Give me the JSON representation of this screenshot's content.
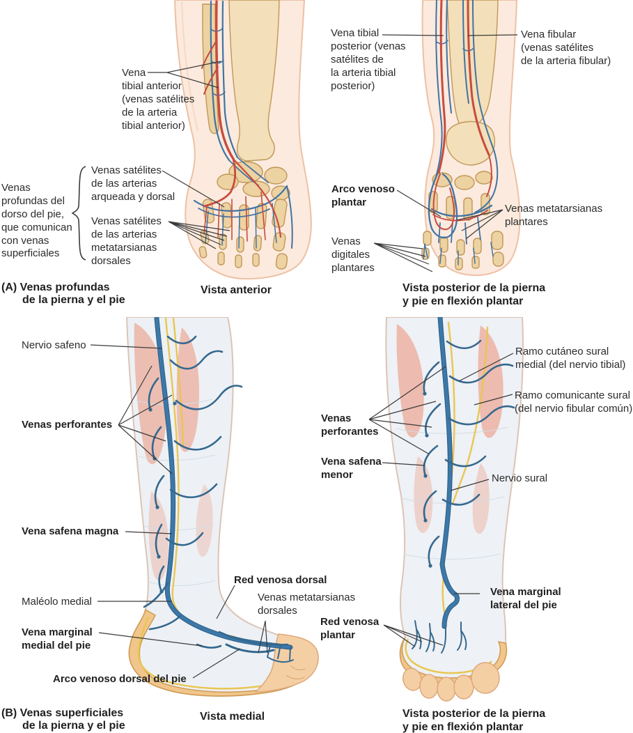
{
  "panel_a": {
    "caption": "(A) Venas profundas\nde la pierna y el pie",
    "anterior_view": {
      "view_caption": "Vista anterior",
      "labels": {
        "vena_tibial_anterior": "Vena\ntibial anterior\n(venas satélites\nde la arteria\ntibial anterior)",
        "venas_profundas_dorso": "Venas\nprofundas del\ndorso del pie,\nque comunican\ncon venas\nsuperficiales",
        "venas_satelites_arqueada": "Venas satélites\nde las arterias\narqueada y dorsal",
        "venas_satelites_metatarsianas": "Venas satélites\nde las arterias\nmetatarsianas\ndorsales"
      }
    },
    "posterior_view": {
      "view_caption": "Vista posterior de la pierna\ny pie en flexión plantar",
      "labels": {
        "vena_tibial_posterior": "Vena tibial\nposterior (venas\nsatélites de\nla arteria tibial\nposterior)",
        "vena_fibular": "Vena fibular\n(venas satélites\nde la arteria fibular)",
        "arco_venoso_plantar": "Arco venoso\nplantar",
        "venas_metatarsianas_plantares": "Venas metatarsianas\nplantares",
        "venas_digitales_plantares": "Venas\ndigitales\nplantares"
      }
    }
  },
  "panel_b": {
    "caption": "(B) Venas superficiales\nde la pierna y el pie",
    "medial_view": {
      "view_caption": "Vista medial",
      "labels": {
        "nervio_safeno": "Nervio safeno",
        "venas_perforantes": "Venas perforantes",
        "vena_safena_magna": "Vena safena magna",
        "maleolo_medial": "Maléolo medial",
        "red_venosa_dorsal": "Red venosa dorsal",
        "venas_metatarsianas_dorsales": "Venas metatarsianas\ndorsales",
        "vena_marginal_medial": "Vena marginal\nmedial del pie",
        "arco_venoso_dorsal": "Arco venoso dorsal del pie"
      }
    },
    "posterior_view": {
      "view_caption": "Vista posterior de la pierna\ny pie en flexión plantar",
      "labels": {
        "ramo_cutaneo_sural": "Ramo cutáneo sural\nmedial (del nervio tibial)",
        "ramo_comunicante_sural": "Ramo comunicante sural\n(del nervio fibular común)",
        "venas_perforantes": "Venas\nperforantes",
        "vena_safena_menor": "Vena safena\nmenor",
        "nervio_sural": "Nervio sural",
        "vena_marginal_lateral": "Vena marginal\nlateral del pie",
        "red_venosa_plantar": "Red venosa\nplantar"
      }
    }
  },
  "colors": {
    "artery_red": "#c74b3f",
    "vein_blue": "#3c78a8",
    "nerve_yellow": "#e9c653",
    "bone_tan": "#edd2a2",
    "skin_light": "#fceade",
    "muscle_pink": "#ecb2a2",
    "sole_tan": "#f1c68c",
    "text": "#2b2b2b"
  }
}
